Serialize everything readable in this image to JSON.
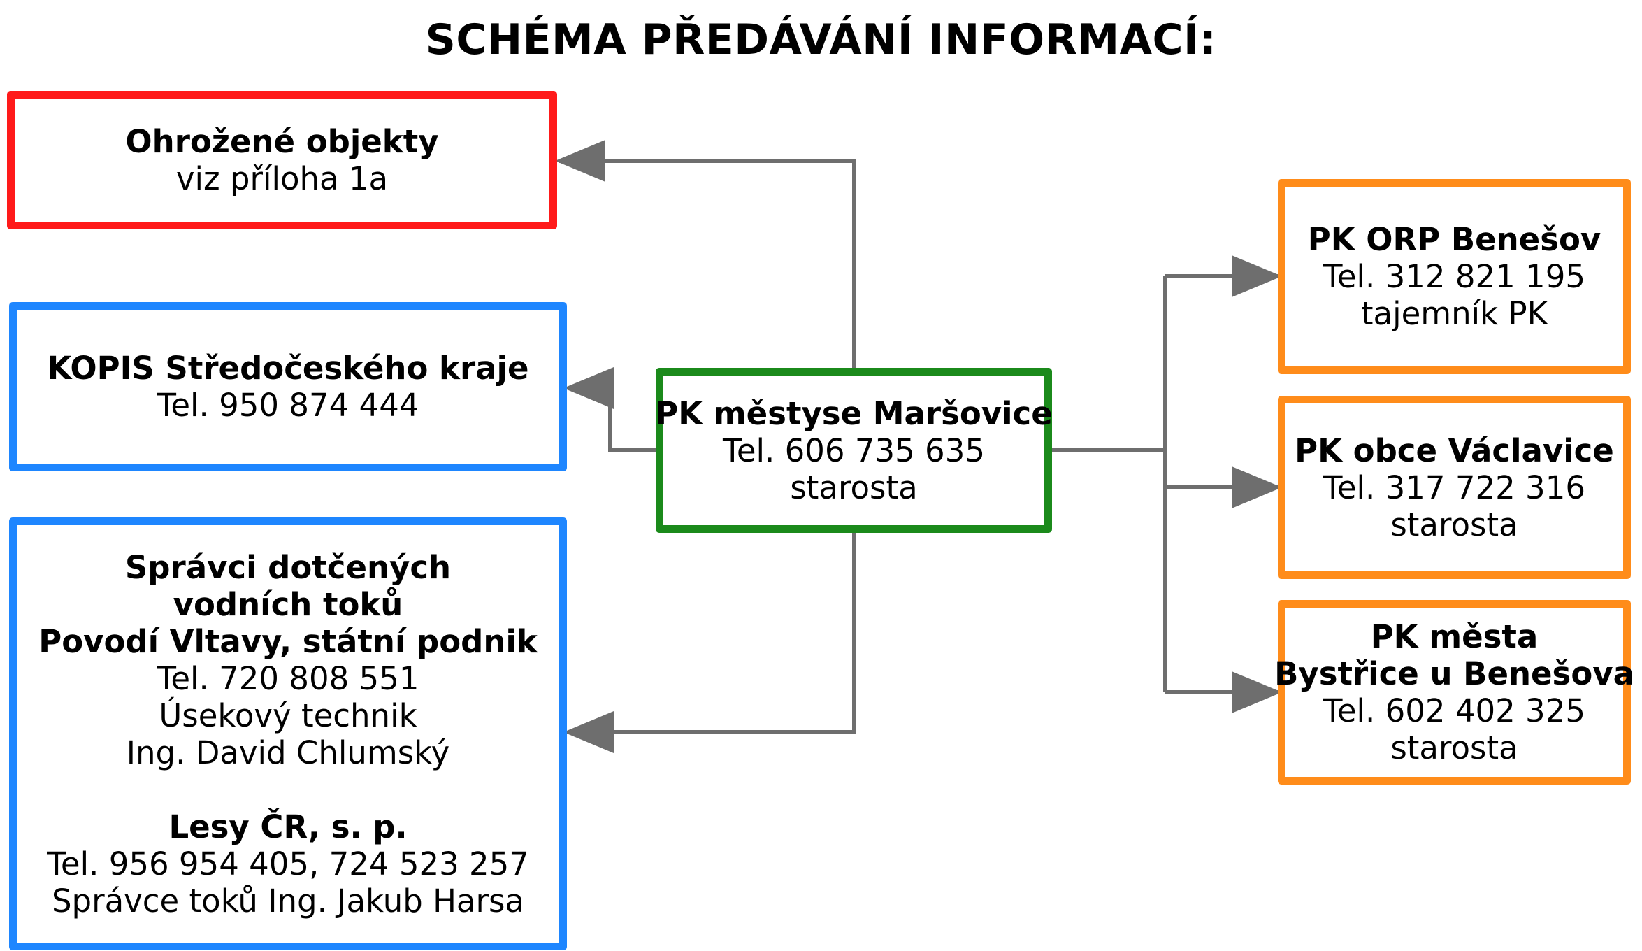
{
  "title": "SCHÉMA PŘEDÁVÁNÍ INFORMACÍ:",
  "colors": {
    "red": "#ff1a1a",
    "blue": "#1e86ff",
    "green": "#1b8a1b",
    "orange": "#ff8c1a",
    "connector": "#6e6e6e"
  },
  "center": {
    "name": "PK městyse Maršovice",
    "phone": "Tel. 606 735 635",
    "role": "starosta"
  },
  "left": {
    "threatened": {
      "name": "Ohrožené objekty",
      "note": "viz příloha 1a"
    },
    "kopis": {
      "name": "KOPIS Středočeského kraje",
      "phone": "Tel. 950 874 444"
    },
    "water": {
      "name_line1": "Správci dotčených",
      "name_line2": "vodních toků",
      "name_line3": "Povodí Vltavy, státní podnik",
      "phone": "Tel. 720 808 551",
      "role": "Úsekový technik",
      "person": "Ing. David Chlumský",
      "forest_name": "Lesy ČR, s. p.",
      "forest_phone": "Tel. 956 954 405, 724 523 257",
      "forest_person": "Správce toků Ing. Jakub Harsa"
    }
  },
  "right": {
    "orp": {
      "name": "PK ORP Benešov",
      "phone": "Tel. 312 821 195",
      "role": "tajemník PK"
    },
    "vaclavice": {
      "name": "PK obce Václavice",
      "phone": "Tel. 317 722 316",
      "role": "starosta"
    },
    "bystrice": {
      "name_line1": "PK města",
      "name_line2": "Bystřice u Benešova",
      "phone": "Tel. 602 402 325",
      "role": "starosta"
    }
  }
}
